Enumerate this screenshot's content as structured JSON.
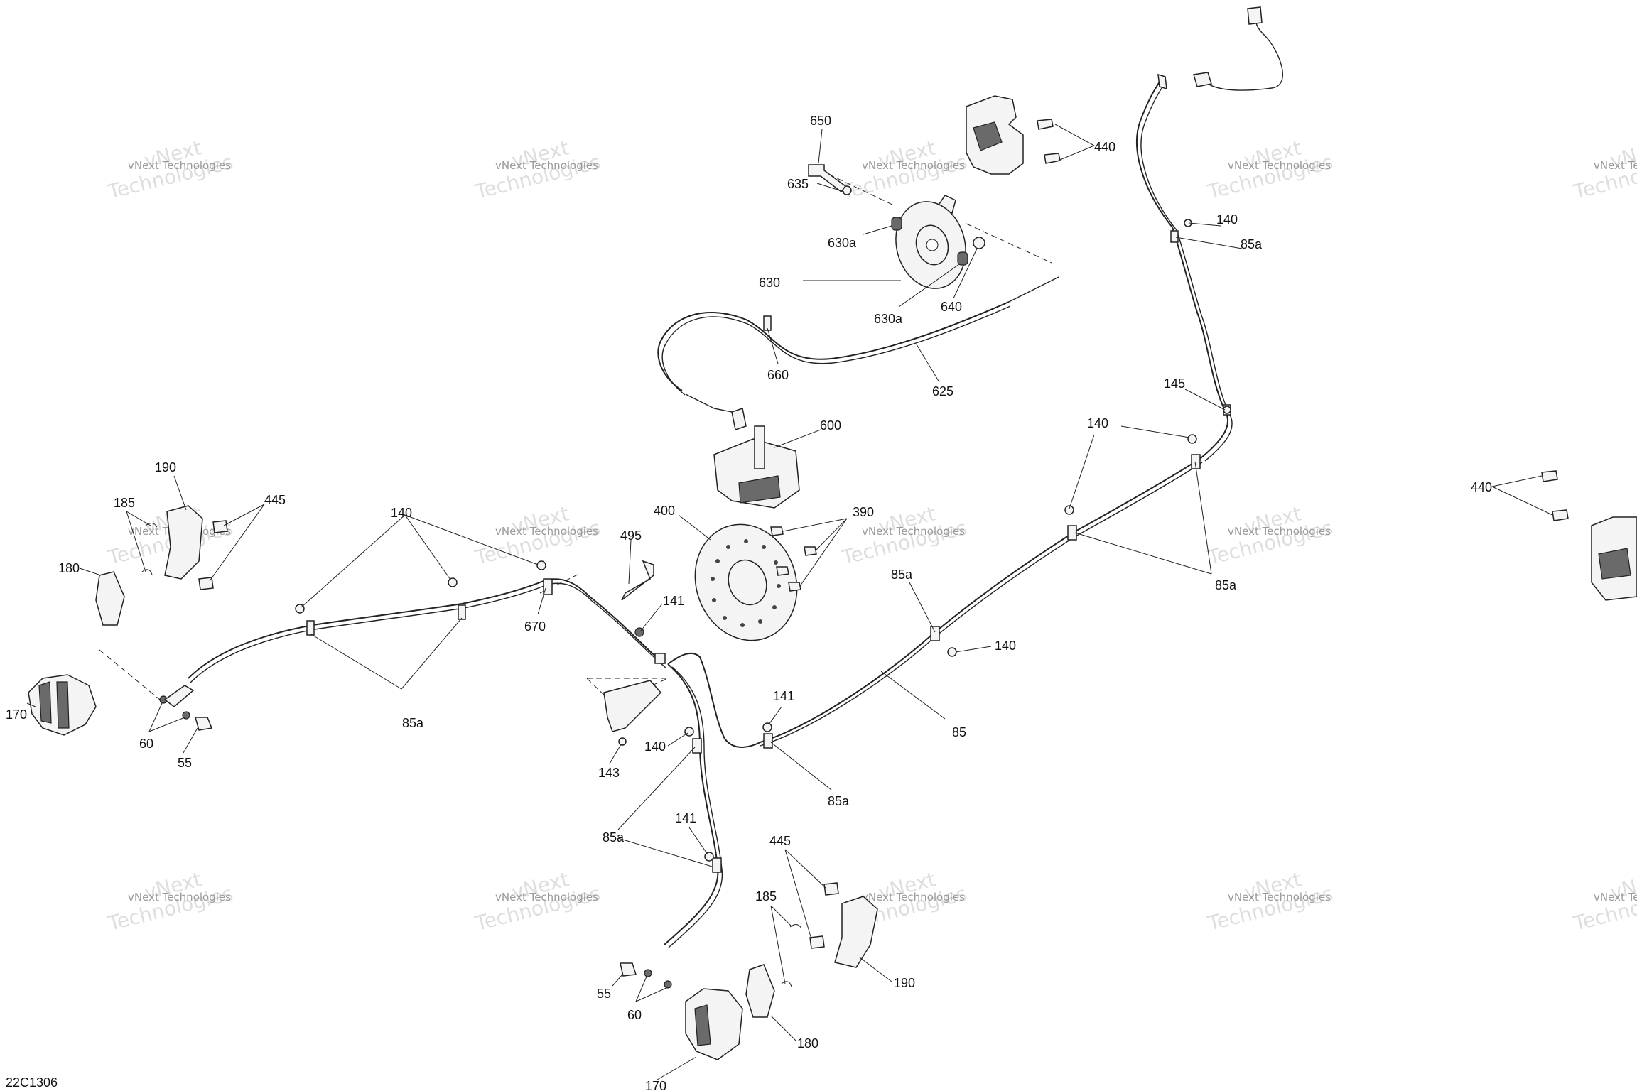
{
  "diagram_code": "22C1306",
  "watermark": {
    "line1": "vNext Technologies",
    "line2": "Technologies",
    "big": "vNext"
  },
  "callouts": [
    {
      "id": "c650",
      "text": "650"
    },
    {
      "id": "c440a",
      "text": "440"
    },
    {
      "id": "c635",
      "text": "635"
    },
    {
      "id": "c630a1",
      "text": "630a"
    },
    {
      "id": "c630",
      "text": "630"
    },
    {
      "id": "c630a2",
      "text": "630a"
    },
    {
      "id": "c640",
      "text": "640"
    },
    {
      "id": "c660",
      "text": "660"
    },
    {
      "id": "c625",
      "text": "625"
    },
    {
      "id": "c600",
      "text": "600"
    },
    {
      "id": "c140a",
      "text": "140"
    },
    {
      "id": "c85a1",
      "text": "85a"
    },
    {
      "id": "c145",
      "text": "145"
    },
    {
      "id": "c140b",
      "text": "140"
    },
    {
      "id": "c85a2",
      "text": "85a"
    },
    {
      "id": "c85a3",
      "text": "85a"
    },
    {
      "id": "c140c",
      "text": "140"
    },
    {
      "id": "c85",
      "text": "85"
    },
    {
      "id": "c141a",
      "text": "141"
    },
    {
      "id": "c85a4",
      "text": "85a"
    },
    {
      "id": "c390",
      "text": "390"
    },
    {
      "id": "c400",
      "text": "400"
    },
    {
      "id": "c495",
      "text": "495"
    },
    {
      "id": "c141b",
      "text": "141"
    },
    {
      "id": "c670",
      "text": "670"
    },
    {
      "id": "c140d",
      "text": "140"
    },
    {
      "id": "c85a5",
      "text": "85a"
    },
    {
      "id": "c190a",
      "text": "190"
    },
    {
      "id": "c185a",
      "text": "185"
    },
    {
      "id": "c445a",
      "text": "445"
    },
    {
      "id": "c180a",
      "text": "180"
    },
    {
      "id": "c170a",
      "text": "170"
    },
    {
      "id": "c60a",
      "text": "60"
    },
    {
      "id": "c55a",
      "text": "55"
    },
    {
      "id": "c143",
      "text": "143"
    },
    {
      "id": "c140e",
      "text": "140"
    },
    {
      "id": "c85a6",
      "text": "85a"
    },
    {
      "id": "c141c",
      "text": "141"
    },
    {
      "id": "c445b",
      "text": "445"
    },
    {
      "id": "c185b",
      "text": "185"
    },
    {
      "id": "c190b",
      "text": "190"
    },
    {
      "id": "c55b",
      "text": "55"
    },
    {
      "id": "c60b",
      "text": "60"
    },
    {
      "id": "c180b",
      "text": "180"
    },
    {
      "id": "c170b",
      "text": "170"
    },
    {
      "id": "c440b",
      "text": "440"
    }
  ]
}
